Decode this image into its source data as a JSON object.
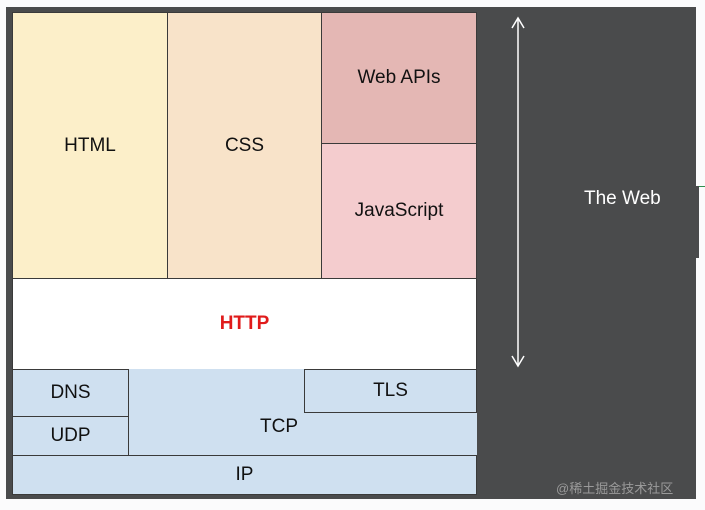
{
  "diagram": {
    "title": "",
    "labels": {
      "html": "HTML",
      "css": "CSS",
      "web_apis": "Web APIs",
      "javascript": "JavaScript",
      "http": "HTTP",
      "dns": "DNS",
      "udp": "UDP",
      "tls": "TLS",
      "tcp": "TCP",
      "ip": "IP",
      "the_web": "The Web"
    },
    "watermark": "@稀土掘金技术社区"
  },
  "colors": {
    "html_fill": "#fcefc9",
    "css_fill": "#f8e3c9",
    "web_apis_fill": "#e4b7b4",
    "javascript_fill": "#f4ccce",
    "http_text": "#e01b1b",
    "network_fill": "#cfe0f0",
    "background_panel": "#4a4b4c"
  }
}
